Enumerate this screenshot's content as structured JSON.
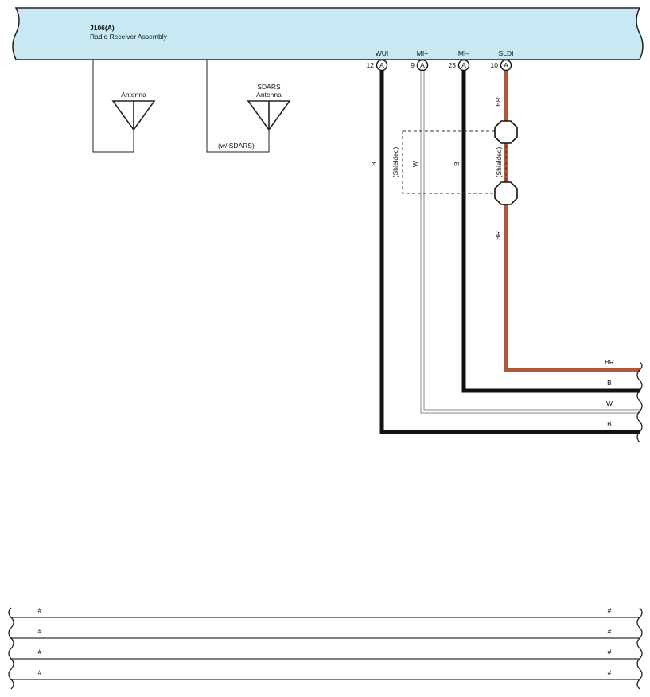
{
  "component": {
    "id": "J106(A)",
    "name": "Radio Receiver Assembly",
    "fill_color": "#c8e8f4"
  },
  "antennas": {
    "antenna_label": "Antenna",
    "sdars_label_line1": "SDARS",
    "sdars_label_line2": "Antenna",
    "sdars_condition": "(w/ SDARS)"
  },
  "pins": [
    {
      "name": "WUI",
      "number": "12",
      "connector": "A",
      "wire_color": "B"
    },
    {
      "name": "MI+",
      "number": "9",
      "connector": "A",
      "wire_color": "W"
    },
    {
      "name": "MI–",
      "number": "23",
      "connector": "A",
      "wire_color": "B"
    },
    {
      "name": "SLDI",
      "number": "10",
      "connector": "A",
      "wire_color": "BR"
    }
  ],
  "shield_labels": {
    "left": "(Shielded)",
    "right": "(Shielded)"
  },
  "sldi_lower_color_label": "BR",
  "outputs": [
    {
      "label": "BR"
    },
    {
      "label": "B"
    },
    {
      "label": "W"
    },
    {
      "label": "B"
    }
  ],
  "placeholder_rows": [
    {
      "left": "#",
      "right": "#"
    },
    {
      "left": "#",
      "right": "#"
    },
    {
      "left": "#",
      "right": "#"
    },
    {
      "left": "#",
      "right": "#"
    }
  ],
  "colors": {
    "black_wire": "#111111",
    "white_wire": "#8a8a8a",
    "brown_wire": "#b05a35",
    "outline": "#222222"
  }
}
